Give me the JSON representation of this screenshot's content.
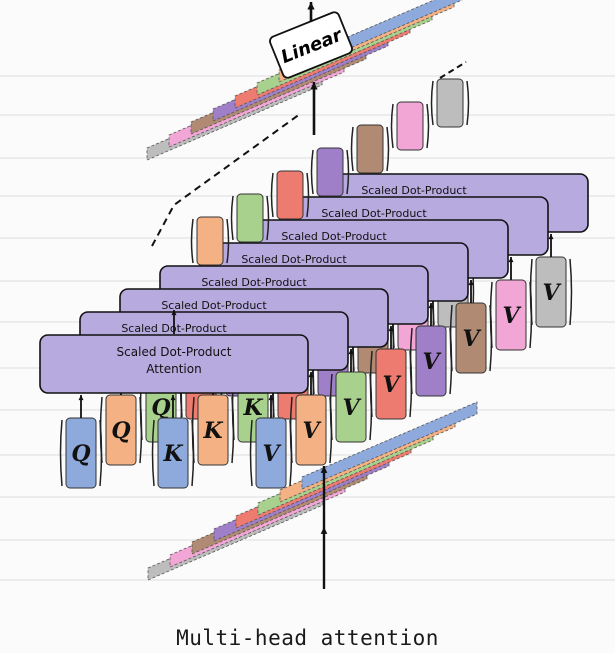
{
  "caption": "Multi-head attention",
  "linear_label": "Linear",
  "attention_box": {
    "title_line1": "Scaled Dot-Product",
    "title_line2": "Attention",
    "back_label": "Scaled Dot-Product"
  },
  "vector_labels": {
    "query": "Q",
    "key": "K",
    "value": "V"
  },
  "colors": {
    "box_fill": "#b7aadf",
    "stroke": "#111111",
    "head_colors": [
      "#8ea9db",
      "#f4b183",
      "#a9d18e",
      "#ee7b70",
      "#9f7fc8",
      "#b08a72",
      "#f2a6d6",
      "#bdbdbd"
    ]
  }
}
